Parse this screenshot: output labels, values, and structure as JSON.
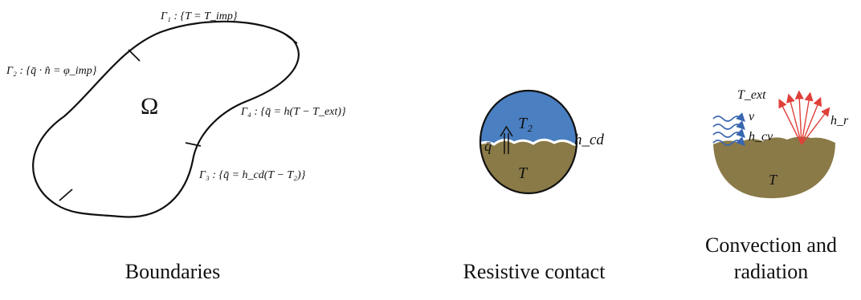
{
  "panels": {
    "boundaries": {
      "caption": "Boundaries",
      "domain_symbol": "Ω",
      "gamma1": "Γ₁ : {T = T_imp}",
      "gamma2": "Γ₂ : {q̄ · n̂ = φ_imp}",
      "gamma3": "Γ₃ : {q̄ = h_cd(T − T₂)}",
      "gamma4": "Γ₄ : {q̄ = h(T − T_ext)}"
    },
    "resistive_contact": {
      "caption": "Resistive contact",
      "upper_temp": "T₂",
      "lower_temp": "T",
      "flux_symbol": "q̄",
      "coefficient": "h_cd"
    },
    "convection_radiation": {
      "caption_line1": "Convection and",
      "caption_line2": "radiation",
      "ext_temp": "T_ext",
      "velocity": "v⃗",
      "convection_coef": "h_cv",
      "radiation_coef": "h_r",
      "body_temp": "T"
    }
  },
  "colors": {
    "blue_region": "#4a7fc1",
    "olive_region": "#8a7a47",
    "radiation_red": "#e0403a",
    "wind_blue": "#3a66b0",
    "outline": "#111111"
  }
}
